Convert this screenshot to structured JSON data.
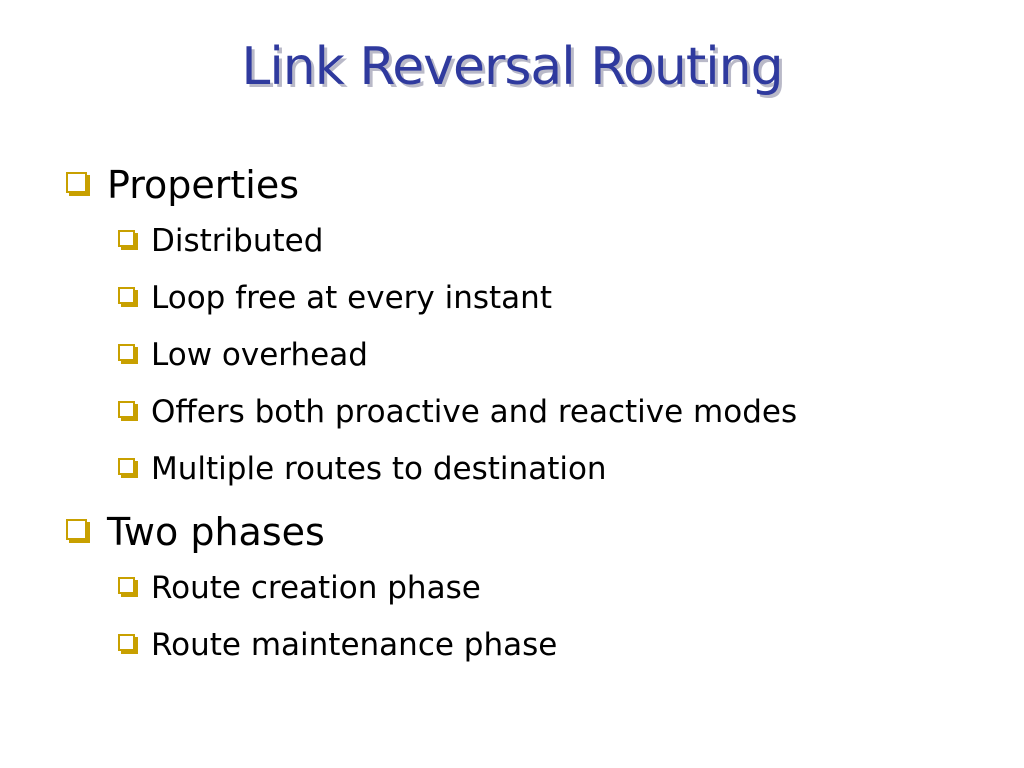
{
  "slide": {
    "title": "Link Reversal Routing",
    "colors": {
      "title": "#2f3a9e",
      "title_shadow": "#b9b9c8",
      "bullet": "#c8a000",
      "text": "#000000",
      "background": "#ffffff"
    },
    "bullet_icon": "hollow-square-bullet-icon",
    "sections": [
      {
        "label": "Properties",
        "items": [
          "Distributed",
          "Loop free at every instant",
          "Low overhead",
          "Offers both proactive and reactive modes",
          "Multiple routes to destination"
        ]
      },
      {
        "label": "Two phases",
        "items": [
          "Route creation phase",
          "Route maintenance phase"
        ]
      }
    ]
  }
}
